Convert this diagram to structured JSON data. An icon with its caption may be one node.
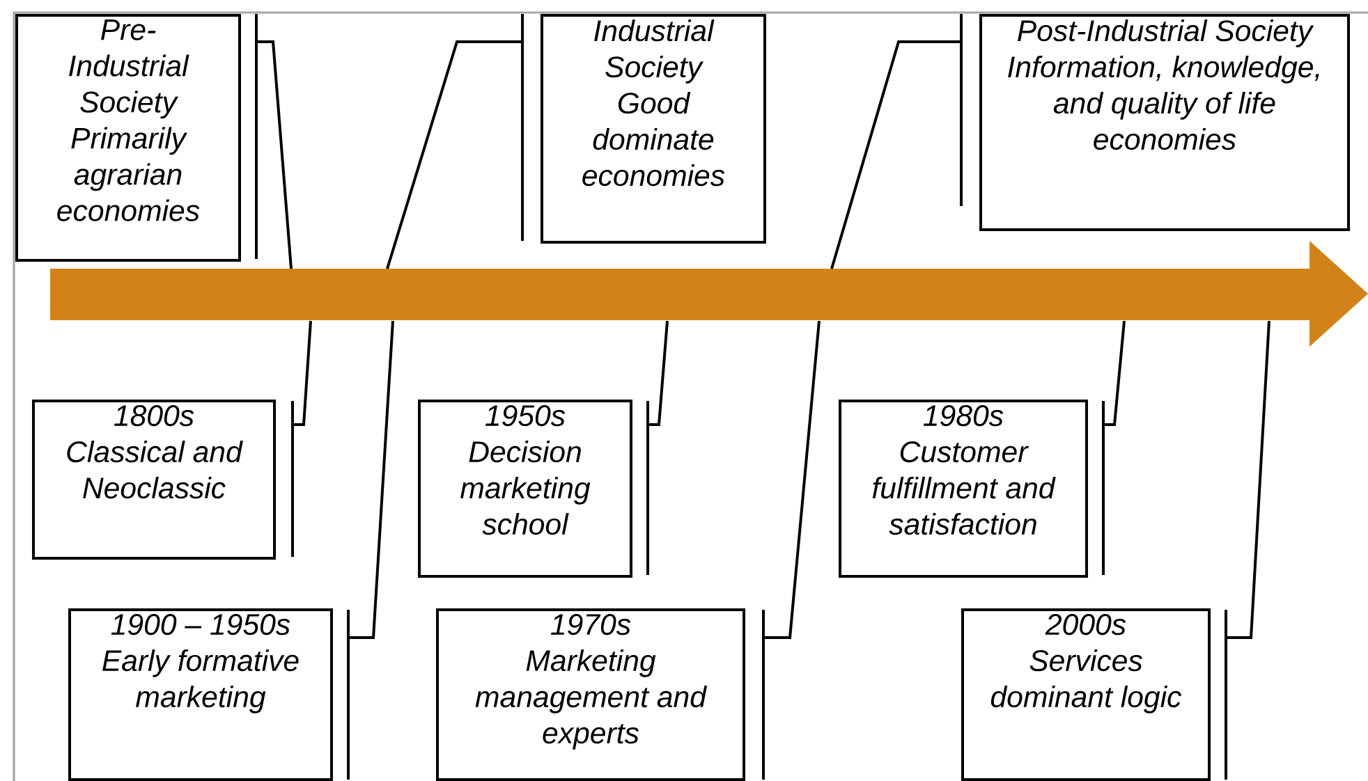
{
  "diagram": {
    "nodes": [
      {
        "text": [
          "Pre-Industrial Society",
          "Primarily agrarian economies"
        ]
      },
      {
        "text": [
          "Industrial Society",
          "Good dominate economies"
        ]
      },
      {
        "text": [
          "Post-Industrial Society",
          "Information, knowledge, and quality of life economies"
        ]
      },
      {
        "text": [],
        "shape": "arrow"
      },
      {
        "text": [
          "1800s",
          "Classical and Neoclassic"
        ]
      },
      {
        "text": [
          "1900 – 1950s",
          "Early formative marketing"
        ]
      },
      {
        "text": [
          "1950s",
          "Decision marketing school"
        ]
      },
      {
        "text": [
          "1970s",
          "Marketing management and experts"
        ]
      },
      {
        "text": [
          "1980s",
          "Customer fulfillment and satisfaction"
        ]
      },
      {
        "text": [
          "2000s",
          "Services dominant logic"
        ]
      }
    ],
    "edges": [
      {
        "from": 0,
        "to": 3,
        "arrow": "none"
      },
      {
        "from": 1,
        "to": 3,
        "arrow": "none"
      },
      {
        "from": 2,
        "to": 3,
        "arrow": "none"
      },
      {
        "from": 4,
        "to": 3,
        "arrow": "none"
      },
      {
        "from": 5,
        "to": 3,
        "arrow": "none"
      },
      {
        "from": 6,
        "to": 3,
        "arrow": "none"
      },
      {
        "from": 7,
        "to": 3,
        "arrow": "none"
      },
      {
        "from": 8,
        "to": 3,
        "arrow": "none"
      },
      {
        "from": 9,
        "to": 3,
        "arrow": "none"
      }
    ]
  }
}
